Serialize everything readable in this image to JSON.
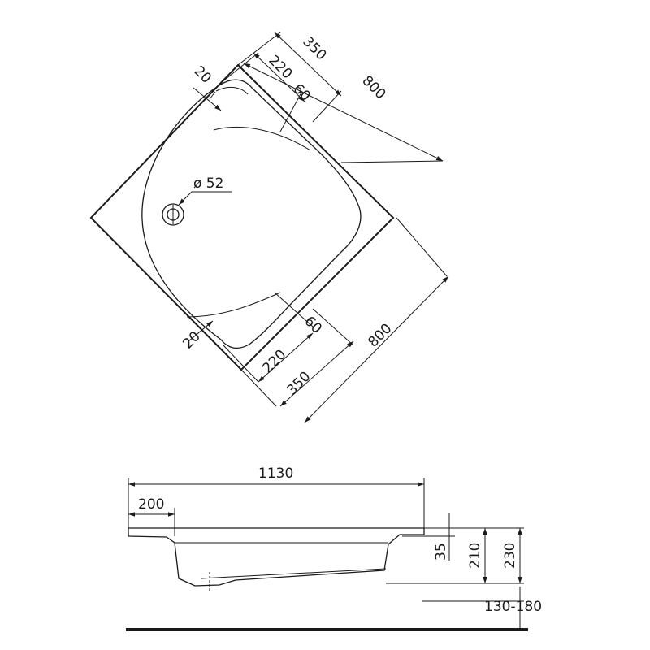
{
  "top_view": {
    "diag_upper": "800",
    "diag_lower": "800",
    "upper_350": "350",
    "upper_220": "220",
    "upper_60": "60",
    "upper_20": "20",
    "lower_350": "350",
    "lower_220": "220",
    "lower_60": "60",
    "lower_20": "20",
    "drain_label": "ø 52"
  },
  "side_view": {
    "total_width": "1130",
    "rim_width": "200",
    "rim_thickness": "35",
    "inner_depth": "210",
    "total_height": "230",
    "leg_range": "130-180"
  }
}
